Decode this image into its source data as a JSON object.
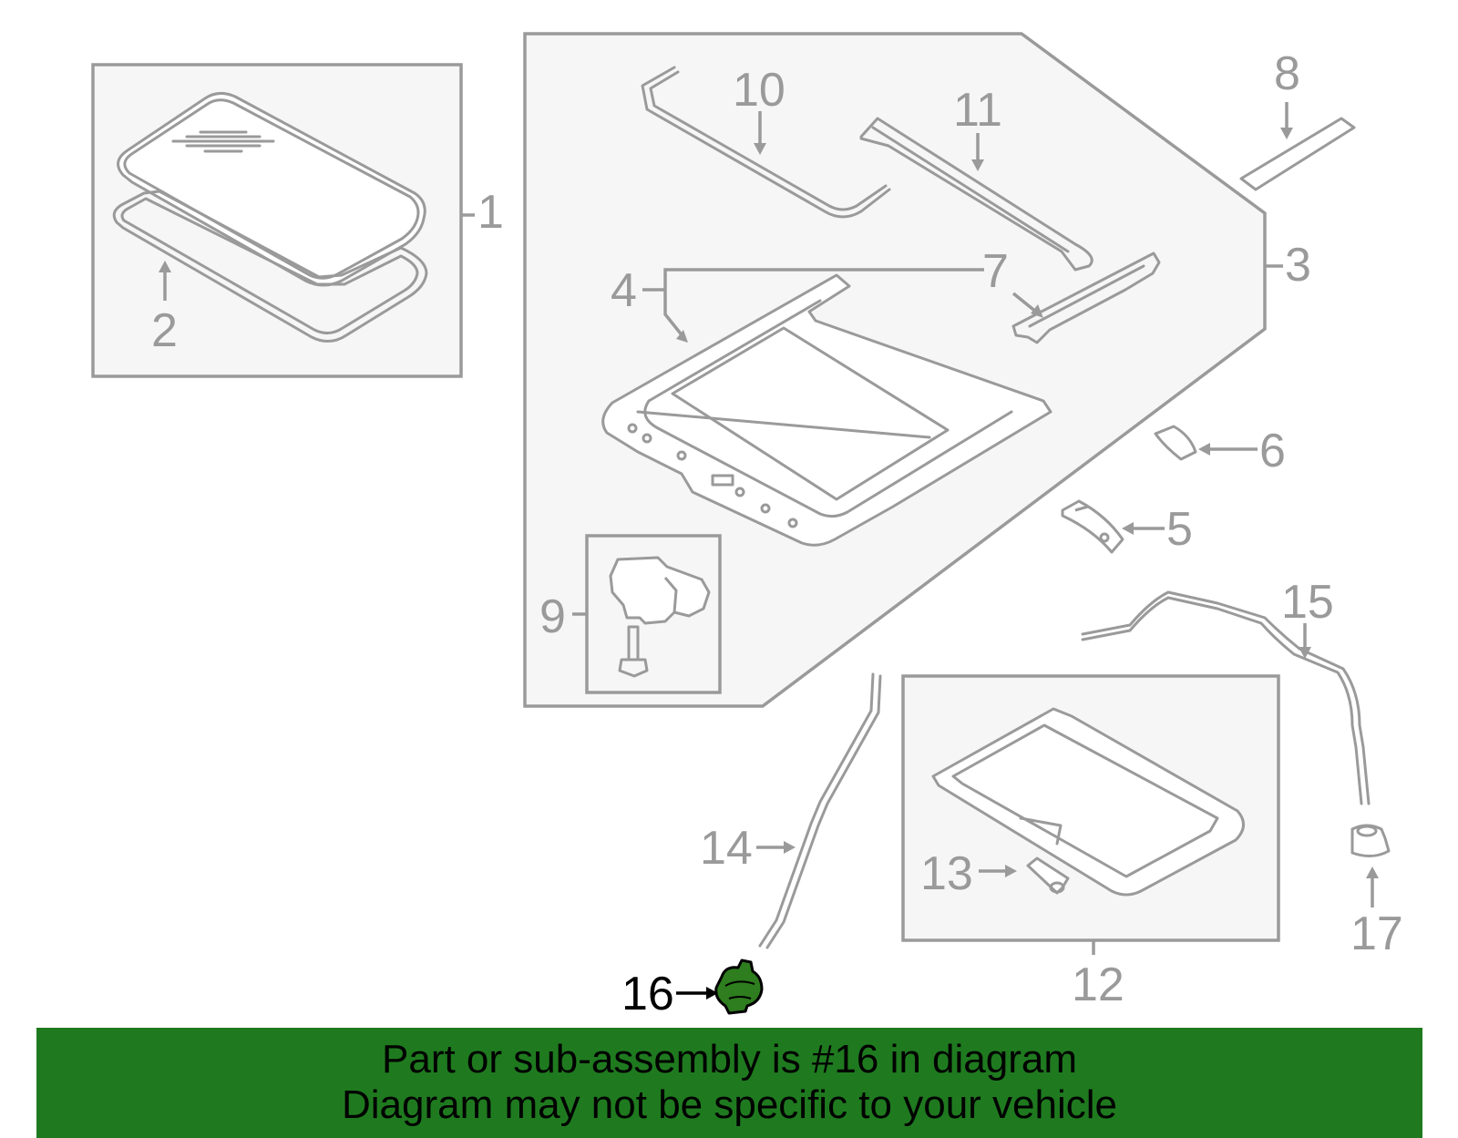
{
  "callouts": {
    "c1": "1",
    "c2": "2",
    "c3": "3",
    "c4": "4",
    "c5": "5",
    "c6": "6",
    "c7": "7",
    "c8": "8",
    "c9": "9",
    "c10": "10",
    "c11": "11",
    "c12": "12",
    "c13": "13",
    "c14": "14",
    "c15": "15",
    "c16": "16",
    "c17": "17"
  },
  "highlighted_part": "16",
  "colors": {
    "highlight_fill": "#2e7d1e",
    "banner_background": "#1f7a1f",
    "line_gray": "#9a9a9a"
  },
  "banner": {
    "line1": "Part or sub-assembly is #16 in diagram",
    "line2": "Diagram may not be specific to your vehicle"
  }
}
